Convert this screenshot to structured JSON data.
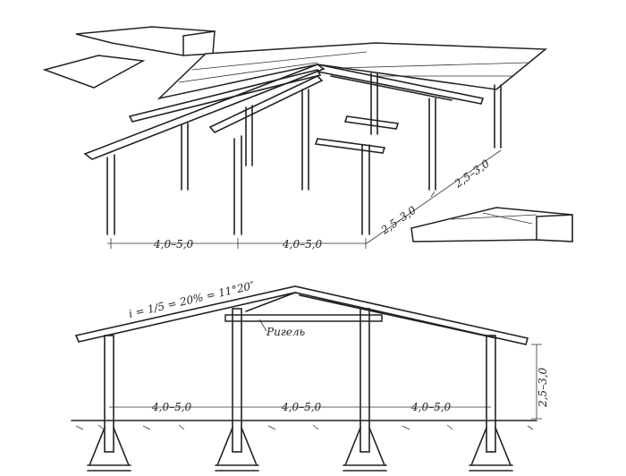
{
  "top_view": {
    "span_dims": [
      "4,0–5,0",
      "4,0–5,0"
    ],
    "depth_dims": [
      "2,5–3,0",
      "2,5–3,0"
    ]
  },
  "section_view": {
    "slope_label": "i = 1/5 = 20% = 11°20″",
    "beam_label": "Ригель",
    "span_dims": [
      "4,0–5,0",
      "4,0–5,0",
      "4,0–5,0"
    ],
    "height_dim": "2,5–3,0"
  },
  "colors": {
    "ink": "#222222",
    "paper": "#ffffff"
  }
}
